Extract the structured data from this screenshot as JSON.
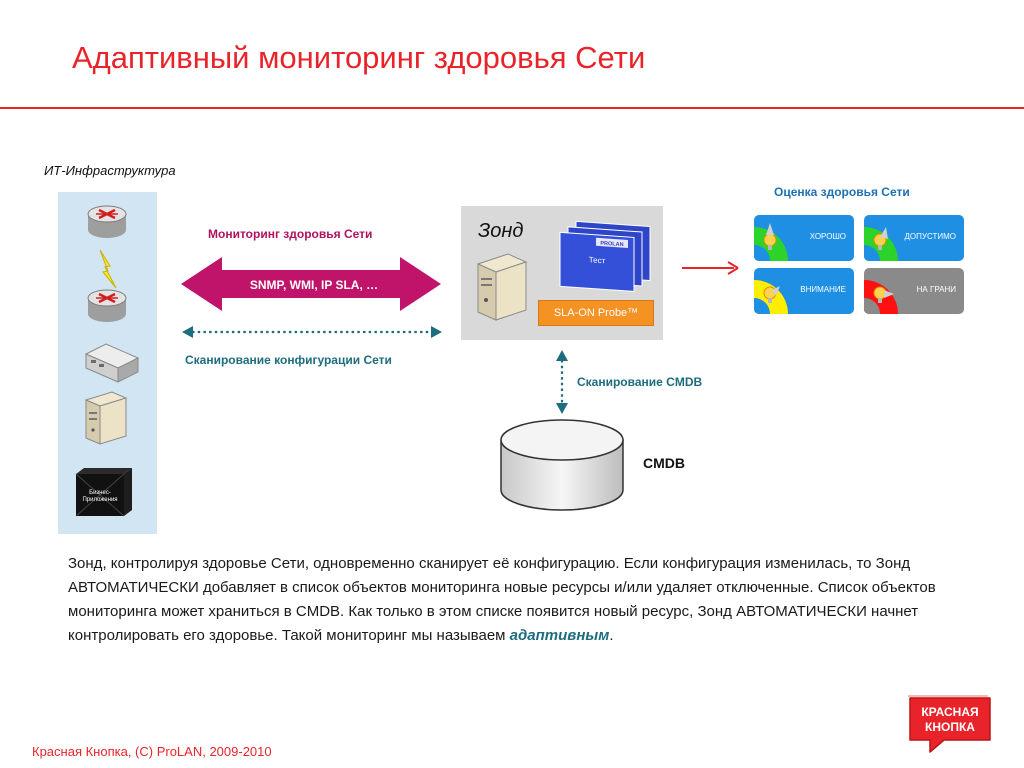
{
  "title": "Адаптивный мониторинг здоровья Сети",
  "infra_label": "ИТ-Инфраструктура",
  "infra_devices": [
    {
      "icon": "router-icon"
    },
    {
      "icon": "lightning-icon"
    },
    {
      "icon": "router-icon"
    },
    {
      "icon": "switch-icon"
    },
    {
      "icon": "server-icon"
    },
    {
      "icon": "business-app-icon",
      "label_line1": "Бизнес-",
      "label_line2": "Приложения"
    }
  ],
  "monitoring_label": "Мониторинг здоровья Сети",
  "snmp_text": "SNMP, WMI, IP SLA, …",
  "config_scan_label": "Сканирование конфигурации Сети",
  "probe": {
    "title": "Зонд",
    "card_logo": "PROLAN",
    "card_text": "Тест",
    "badge": "SLA-ON Probe™"
  },
  "cmdb_scan_label": "Сканирование CMDB",
  "cmdb_label": "CMDB",
  "health": {
    "title": "Оценка здоровья Сети",
    "cards": [
      {
        "label": "ХОРОШО"
      },
      {
        "label": "ДОПУСТИМО"
      },
      {
        "label": "ВНИМАНИЕ"
      },
      {
        "label": "НА ГРАНИ"
      }
    ]
  },
  "description": {
    "text": "Зонд, контролируя здоровье Сети, одновременно сканирует её конфигурацию. Если конфигурация изменилась, то Зонд АВТОМАТИЧЕСКИ добавляет в список объектов мониторинга новые ресурсы и/или удаляет отключенные. Список объектов мониторинга может храниться в CMDB.  Как только в этом списке появится новый ресурс, Зонд АВТОМАТИЧЕСКИ начнет контролировать его здоровье. Такой мониторинг мы называем ",
    "emphasis": "адаптивным",
    "tail": "."
  },
  "logo": {
    "line1": "КРАСНАЯ",
    "line2": "КНОПКА"
  },
  "footer": "Красная Кнопка, (С) ProLAN, 2009-2010",
  "colors": {
    "brand_red": "#e8242a",
    "snmp_arrow": "#c0136a",
    "scan_teal": "#1d6d7e",
    "health_blue": "#1f6fb2",
    "probe_orange": "#f59224"
  }
}
